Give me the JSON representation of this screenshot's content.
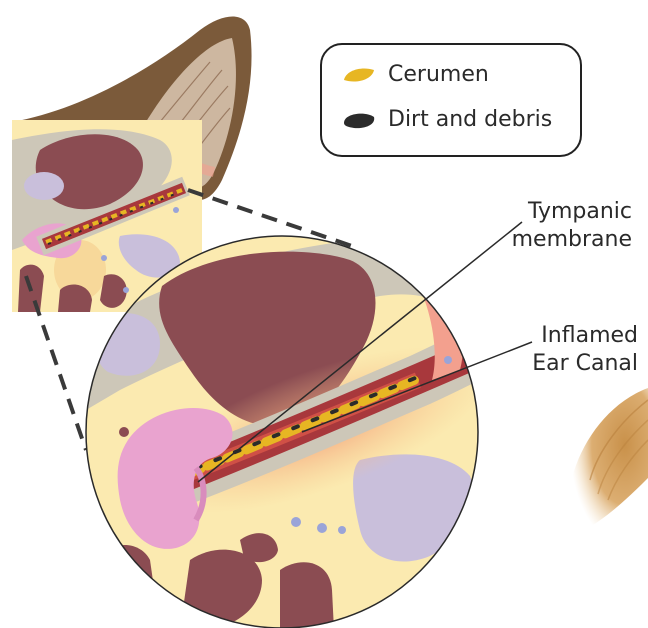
{
  "legend": {
    "items": [
      {
        "label": "Cerumen",
        "color": "#e7b623",
        "icon": "cerumen-swatch"
      },
      {
        "label": "Dirt and debris",
        "color": "#2b2b2b",
        "icon": "debris-swatch"
      }
    ]
  },
  "labels": {
    "tympanic_line1": "Tympanic",
    "tympanic_line2": "membrane",
    "canal_line1": "Inflamed",
    "canal_line2": "Ear Canal"
  },
  "colors": {
    "ear_skin": "#7b5a3a",
    "ear_inner": "#cdb7a0",
    "bone": "#fbeab0",
    "tissue": "#cdc7b8",
    "muscle": "#8b4c52",
    "lavender": "#c9bfdb",
    "pink": "#e9a3cf",
    "inflamed": "#f3a08e",
    "fur": "#d9a766"
  }
}
